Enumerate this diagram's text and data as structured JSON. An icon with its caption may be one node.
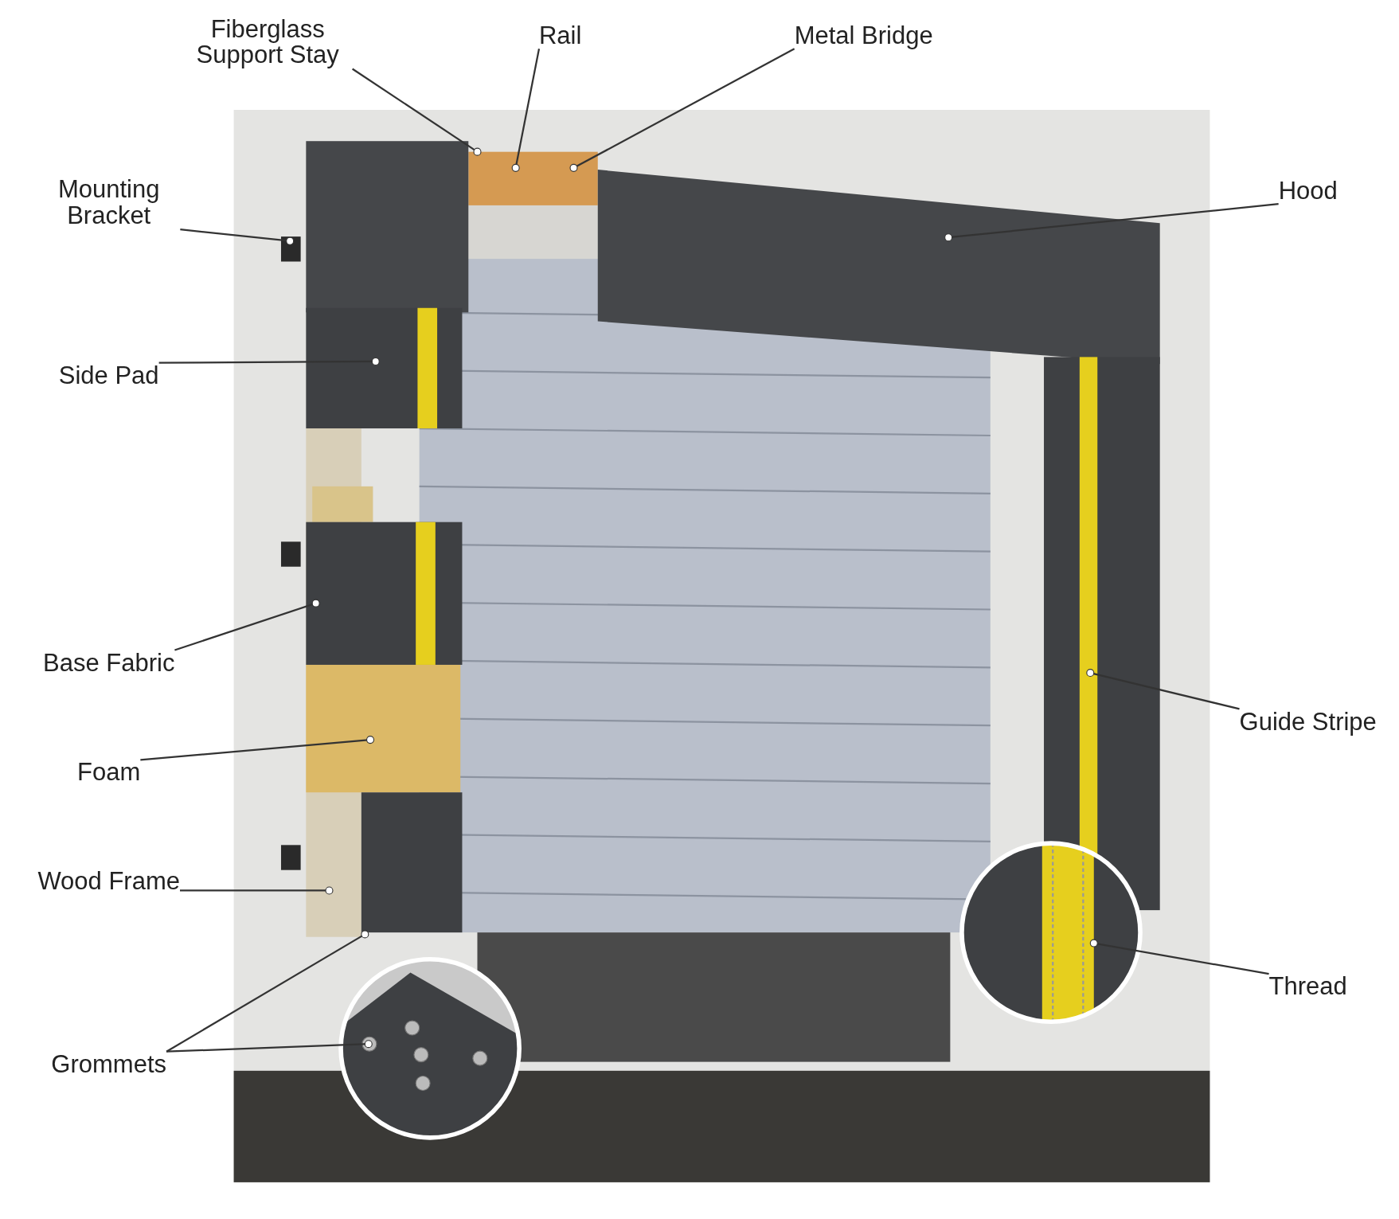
{
  "diagram": {
    "nodes": [
      {
        "text": [
          "Fiberglass Support Stay"
        ]
      },
      {
        "text": [
          "Rail"
        ]
      },
      {
        "text": [
          "Metal Bridge"
        ]
      },
      {
        "text": [
          "Mounting Bracket"
        ]
      },
      {
        "text": [
          "Hood"
        ]
      },
      {
        "text": [
          "Side Pad"
        ]
      },
      {
        "text": [
          "Base Fabric"
        ]
      },
      {
        "text": [
          "Guide Stripe"
        ]
      },
      {
        "text": [
          "Foam"
        ]
      },
      {
        "text": [
          "Wood Frame"
        ]
      },
      {
        "text": [
          "Thread"
        ]
      },
      {
        "text": [
          "Grommets"
        ]
      }
    ],
    "edges": [
      {
        "from": 0,
        "to": null,
        "arrow": "other"
      },
      {
        "from": 1,
        "to": null,
        "arrow": "other"
      },
      {
        "from": 2,
        "to": null,
        "arrow": "other"
      },
      {
        "from": 3,
        "to": null,
        "arrow": "other"
      },
      {
        "from": 4,
        "to": null,
        "arrow": "other"
      },
      {
        "from": 5,
        "to": null,
        "arrow": "other"
      },
      {
        "from": 6,
        "to": null,
        "arrow": "other"
      },
      {
        "from": 7,
        "to": null,
        "arrow": "other"
      },
      {
        "from": 8,
        "to": null,
        "arrow": "other"
      },
      {
        "from": 9,
        "to": null,
        "arrow": "other"
      },
      {
        "from": 10,
        "to": null,
        "arrow": "other"
      },
      {
        "from": 11,
        "to": null,
        "arrow": "other"
      },
      {
        "from": 11,
        "to": null,
        "arrow": "other"
      }
    ]
  }
}
